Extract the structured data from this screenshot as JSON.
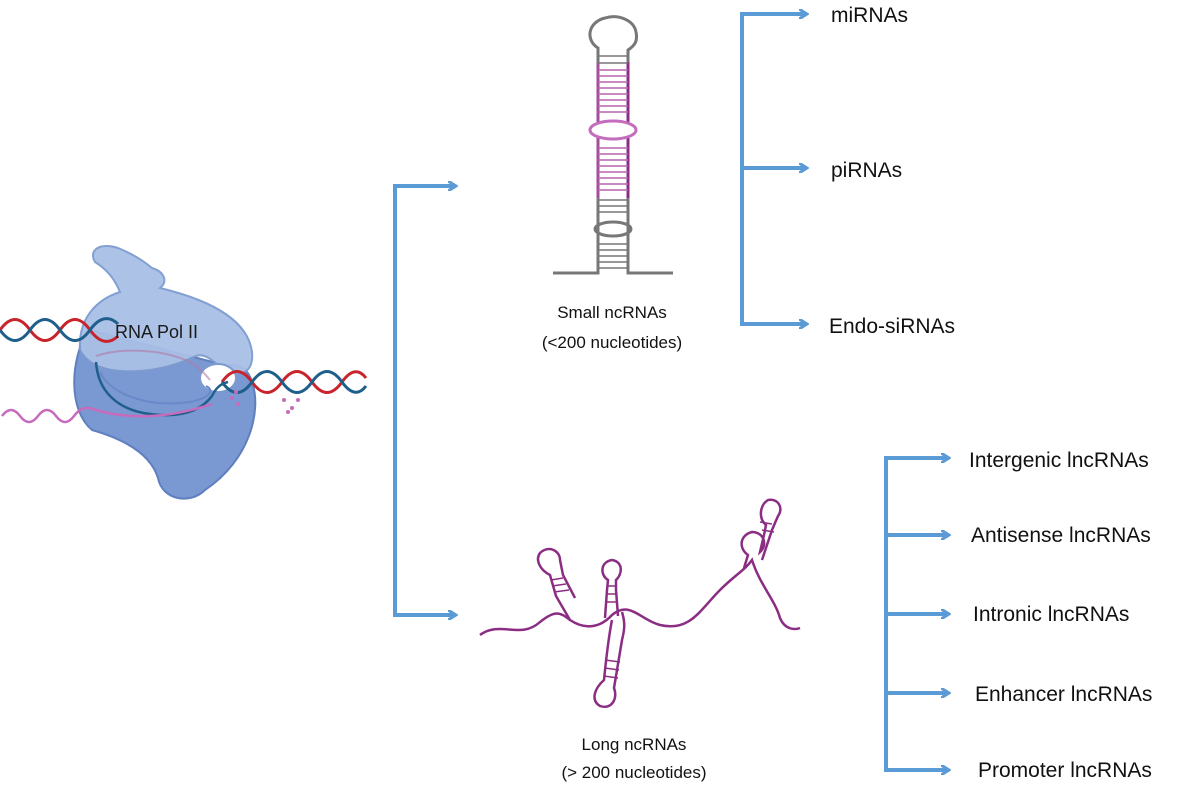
{
  "polymerase": {
    "label": "RNA Pol II"
  },
  "small_ncrna": {
    "title": "Small ncRNAs",
    "size": "(<200 nucleotides)",
    "classes": [
      "miRNAs",
      "piRNAs",
      "Endo-siRNAs"
    ]
  },
  "long_ncrna": {
    "title": "Long ncRNAs",
    "size": "(> 200 nucleotides)",
    "classes": [
      "Intergenic lncRNAs",
      "Antisense lncRNAs",
      "Intronic lncRNAs",
      "Enhancer lncRNAs",
      "Promoter lncRNAs"
    ]
  },
  "colors": {
    "arrow": "#5b9bd5",
    "polymerase": "#7f9fd6",
    "dna_red": "#c8242b",
    "dna_blue": "#1f5f8b",
    "rna_purple": "#9b3a8e",
    "hairpin_gray": "#777777"
  }
}
